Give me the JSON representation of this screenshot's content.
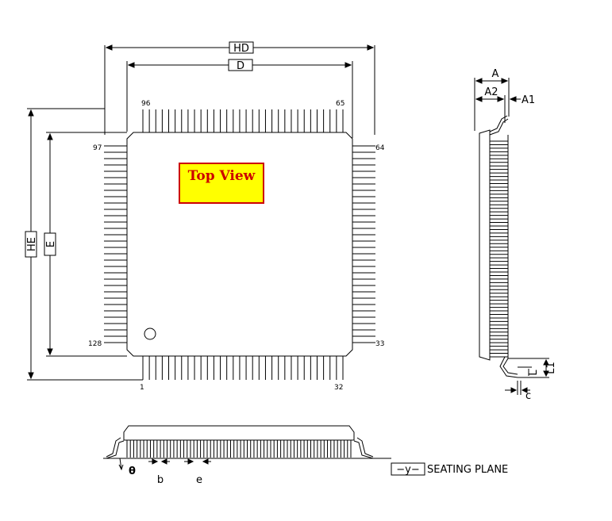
{
  "labels": {
    "HD": "HD",
    "D": "D",
    "HE": "HE",
    "E": "E",
    "A": "A",
    "A2": "A2",
    "A1": "A1",
    "L": "L",
    "L1": "L1",
    "c": "c",
    "b": "b",
    "e": "e",
    "theta": "θ",
    "y": "−y−",
    "seating_plane": "SEATING  PLANE"
  },
  "pins": {
    "p1": "1",
    "p32": "32",
    "p33": "33",
    "p64": "64",
    "p65": "65",
    "p96": "96",
    "p97": "97",
    "p128": "128"
  },
  "top_view": {
    "label": "Top View",
    "fill": "#ffff00",
    "border": "#cc0000",
    "text_color": "#cc0000"
  }
}
